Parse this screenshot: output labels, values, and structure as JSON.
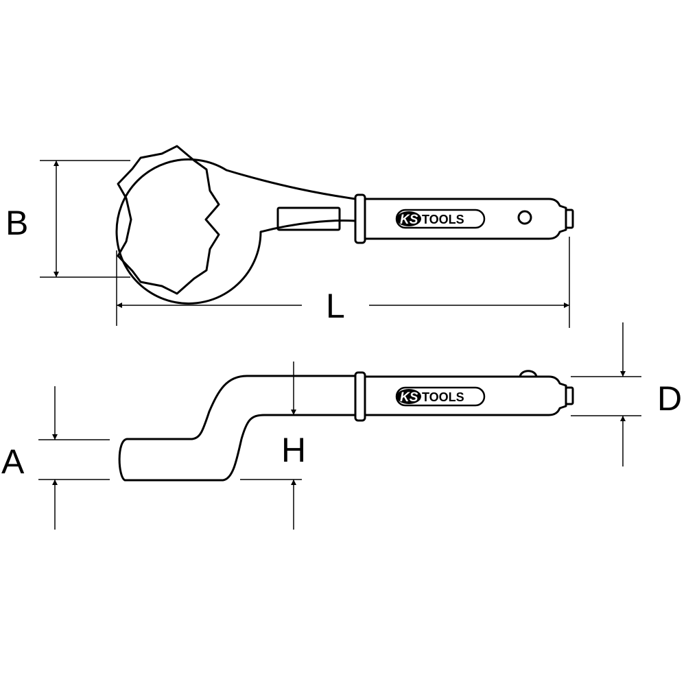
{
  "dimensions": {
    "A": "A",
    "B": "B",
    "D": "D",
    "H": "H",
    "L": "L"
  },
  "logo": {
    "ks": "KS",
    "tools": "TOOLS"
  },
  "colors": {
    "stroke": "#000000",
    "background": "#ffffff"
  }
}
